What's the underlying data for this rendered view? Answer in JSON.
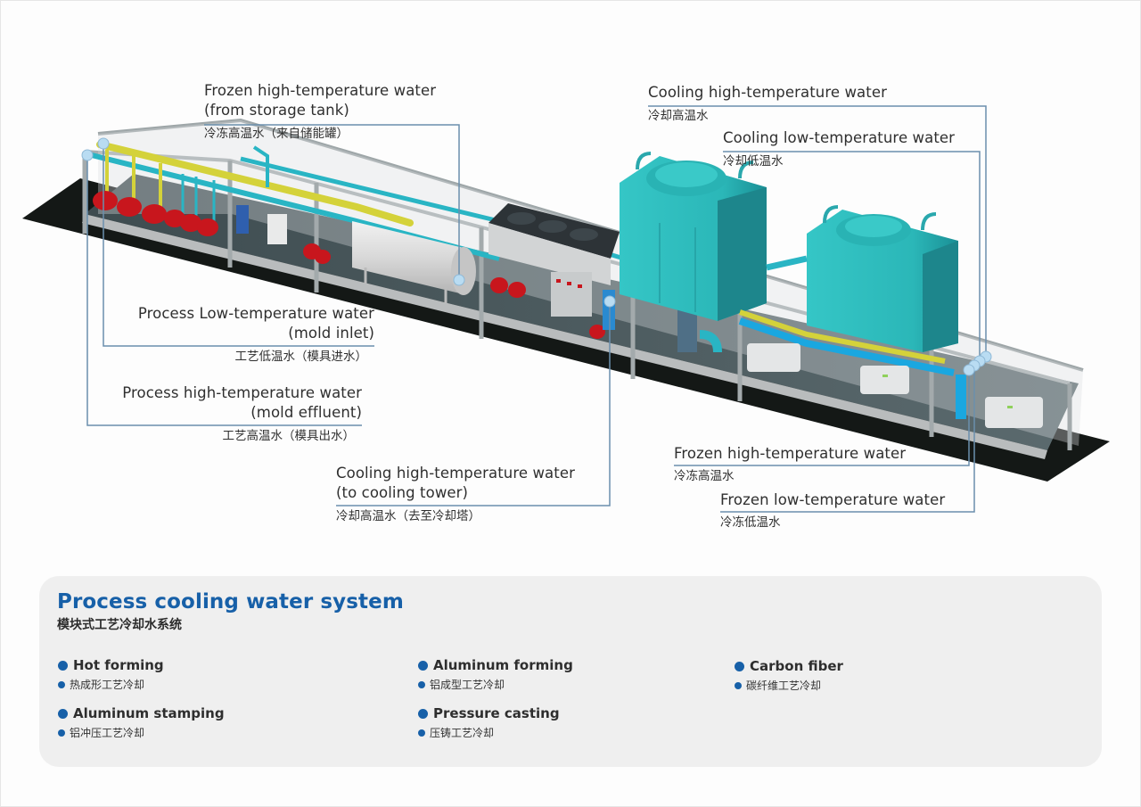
{
  "colors": {
    "accent": "#1760a8",
    "leader_line": "#6b8fad",
    "node_marker": "#b9dcf2",
    "panel_bg": "#efefef",
    "cooling_tower": "#2fbfbf",
    "pump_red": "#c8161d",
    "pipe_yellow": "#d4d23a",
    "pipe_cyan": "#29b5c4"
  },
  "callouts": {
    "frozen_high_from_tank": {
      "en_line1": "Frozen high-temperature water",
      "en_line2": "(from storage tank)",
      "zh": "冷冻高温水（来自储能罐）"
    },
    "cooling_high_top": {
      "en": "Cooling high-temperature water",
      "zh": "冷却高温水"
    },
    "cooling_low_top": {
      "en": "Cooling low-temperature water",
      "zh": "冷却低温水"
    },
    "process_low": {
      "en_line1": "Process Low-temperature water",
      "en_line2": "(mold inlet)",
      "zh": "工艺低温水（模具进水）"
    },
    "process_high": {
      "en_line1": "Process high-temperature water",
      "en_line2": "(mold effluent)",
      "zh": "工艺高温水（模具出水）"
    },
    "cooling_high_to_tower": {
      "en_line1": "Cooling high-temperature water",
      "en_line2": "(to cooling tower)",
      "zh": "冷却高温水（去至冷却塔）"
    },
    "frozen_high_bottom": {
      "en": "Frozen high-temperature water",
      "zh": "冷冻高温水"
    },
    "frozen_low_bottom": {
      "en": "Frozen low-temperature water",
      "zh": "冷冻低温水"
    }
  },
  "panel": {
    "title": "Process cooling water system",
    "subtitle": "模块式工艺冷却水系统",
    "applications": [
      {
        "en": "Hot forming",
        "zh": "热成形工艺冷却"
      },
      {
        "en": "Aluminum stamping",
        "zh": "铝冲压工艺冷却"
      },
      {
        "en": "Aluminum forming",
        "zh": "铝成型工艺冷却"
      },
      {
        "en": "Pressure casting",
        "zh": "压铸工艺冷却"
      },
      {
        "en": "Carbon fiber",
        "zh": "碳纤维工艺冷却"
      }
    ]
  }
}
